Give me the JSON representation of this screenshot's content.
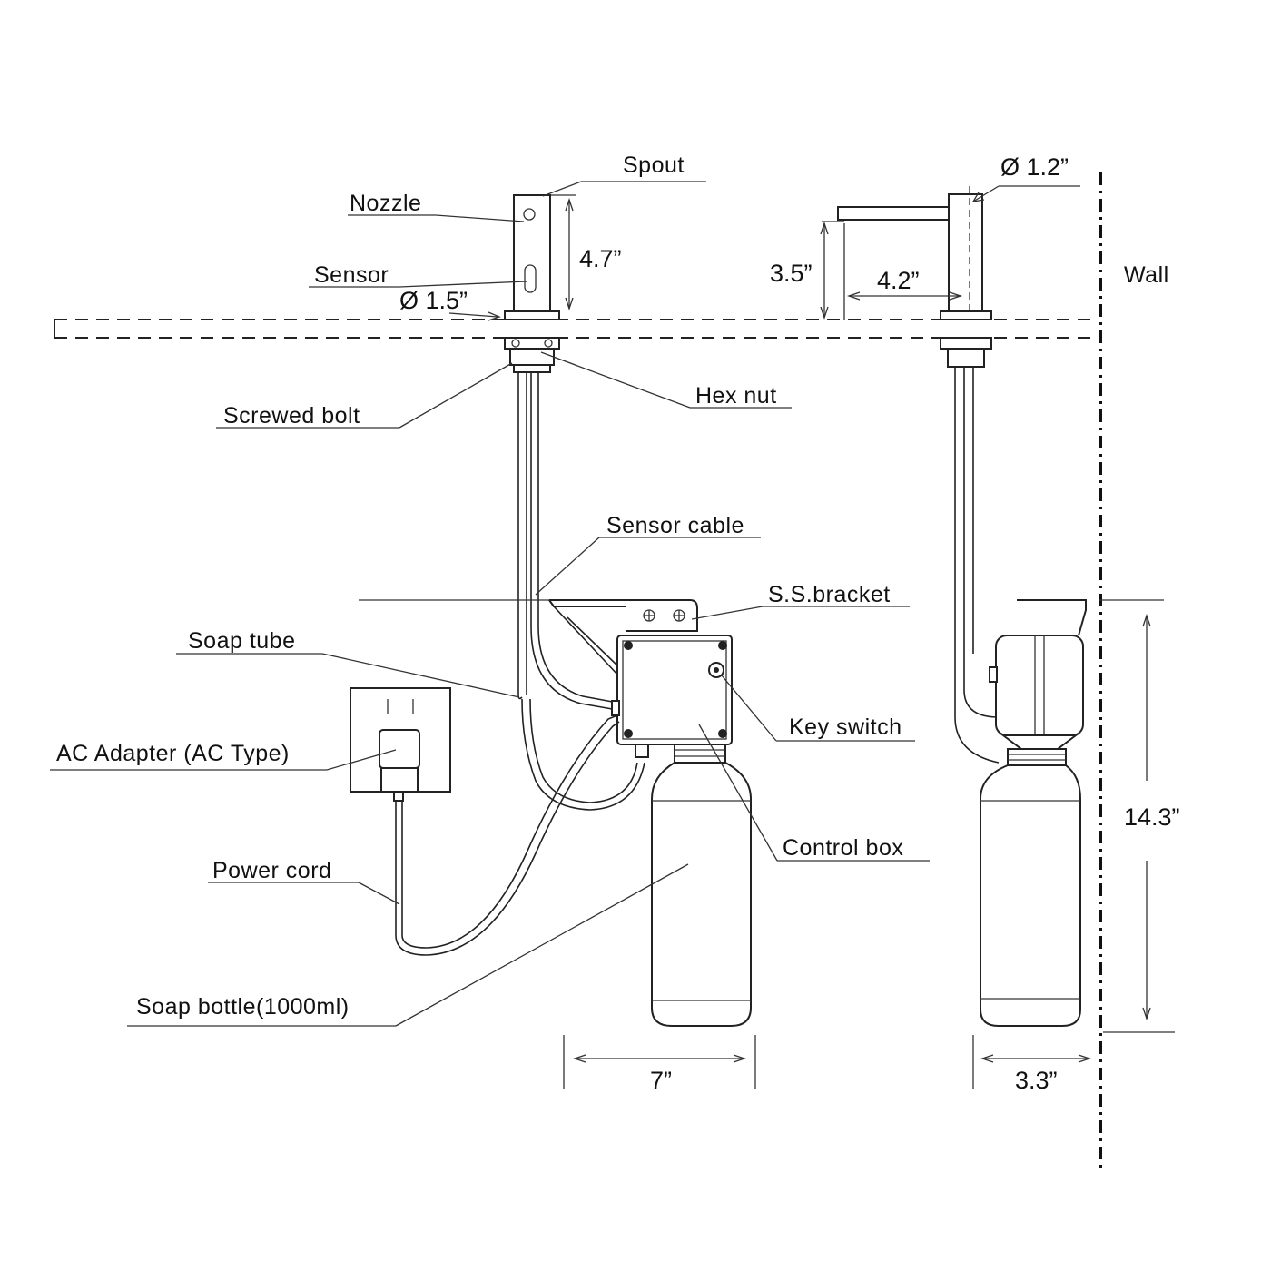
{
  "labels": {
    "spout": "Spout",
    "nozzle": "Nozzle",
    "sensor": "Sensor",
    "hex_nut": "Hex nut",
    "screwed_bolt": "Screwed bolt",
    "sensor_cable": "Sensor cable",
    "ss_bracket": "S.S.bracket",
    "soap_tube": "Soap tube",
    "key_switch": "Key switch",
    "ac_adapter": "AC Adapter (AC Type)",
    "control_box": "Control box",
    "power_cord": "Power cord",
    "soap_bottle": "Soap bottle(1000ml)",
    "wall": "Wall"
  },
  "dimensions": {
    "spout_height": "4.7”",
    "spout_diameter": "Ø 1.5”",
    "side_diameter": "Ø 1.2”",
    "side_height": "3.5”",
    "reach": "4.2”",
    "total_height": "14.3”",
    "front_width": "7”",
    "side_width": "3.3”"
  }
}
